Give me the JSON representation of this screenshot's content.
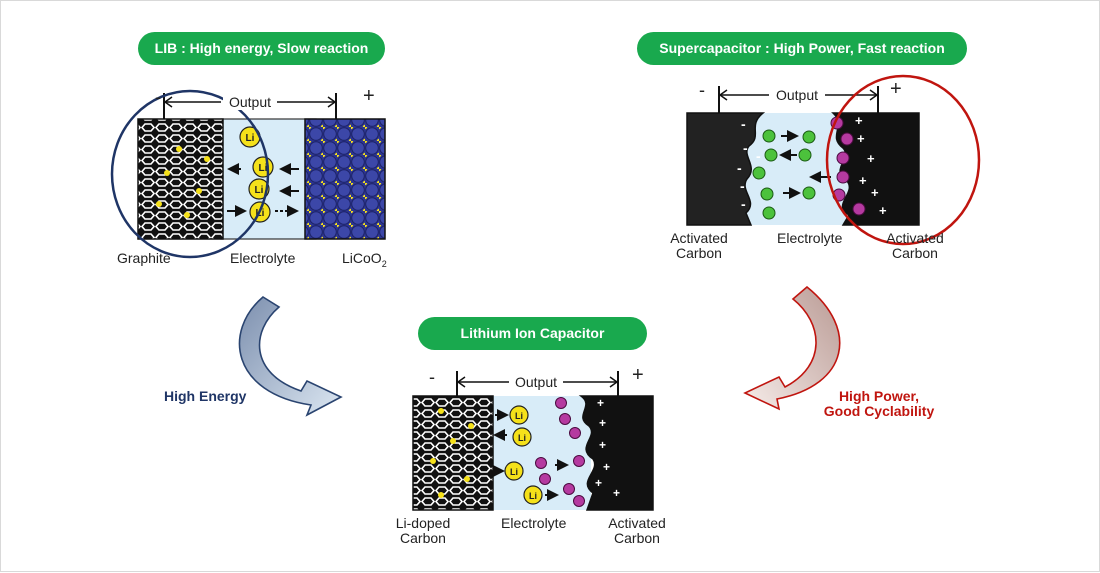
{
  "lib": {
    "title": "LIB : High energy, Slow reaction",
    "minus": "-",
    "plus": "+",
    "output": "Output",
    "ion": "Li",
    "labels": {
      "left": "Graphite",
      "middle": "Electrolyte",
      "right_main": "LiCoO",
      "right_sub": "2"
    }
  },
  "supercap": {
    "title": "Supercapacitor : High Power, Fast reaction",
    "minus": "-",
    "plus": "+",
    "output": "Output",
    "labels": {
      "left_line1": "Activated",
      "left_line2": "Carbon",
      "middle": "Electrolyte",
      "right_line1": "Activated",
      "right_line2": "Carbon"
    }
  },
  "lic": {
    "title": "Lithium Ion Capacitor",
    "minus": "-",
    "plus": "+",
    "output": "Output",
    "ion": "Li",
    "labels": {
      "left_line1": "Li-doped",
      "left_line2": "Carbon",
      "middle": "Electrolyte",
      "right_line1": "Activated",
      "right_line2": "Carbon"
    }
  },
  "arrows": {
    "left_caption": "High Energy",
    "right_caption_line1": "High Power,",
    "right_caption_line2": "Good Cyclability"
  },
  "colors": {
    "pill": "#19a94e",
    "electrolyte": "#d8ecf8",
    "graphite": "#111111",
    "li_ion": "#f5e11a",
    "cobalt": "#3c47a8",
    "positive_ion": "#4cc23c",
    "negative_ion": "#b53aa0",
    "navy_ring": "#1f3566",
    "red_ring": "#c0150f"
  }
}
